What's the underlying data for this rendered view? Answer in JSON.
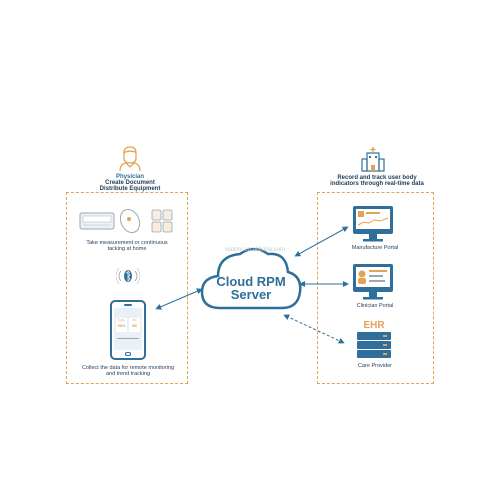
{
  "left_panel": {
    "physician_title": "Physician",
    "physician_lines": [
      "Create Document",
      "Distribute Equipment"
    ],
    "devices_caption": [
      "Take measurement or continuous",
      "tacking at home"
    ],
    "phone_caption": [
      "Collect the data for remote monitoring",
      "and trend tracking"
    ],
    "phone_screen": {
      "tile1_label": "SpO₂",
      "tile1_value": "96%",
      "tile2_label": "PR",
      "tile2_value": "88"
    }
  },
  "center": {
    "cloud_line1": "Cloud RPM",
    "cloud_line2": "Server",
    "watermark": "viatom.en.alibaba.com"
  },
  "right_panel": {
    "header_lines": [
      "Record and track user body",
      "indicators through real-time data"
    ],
    "manufacture_label": "Manufacture Portal",
    "clinician_label": "Clinician Portal",
    "ehr_text": "EHR",
    "care_label": "Care Provider"
  },
  "colors": {
    "accent_blue": "#2f6f9b",
    "accent_orange": "#e3a356",
    "text_dark": "#1f3b57"
  }
}
